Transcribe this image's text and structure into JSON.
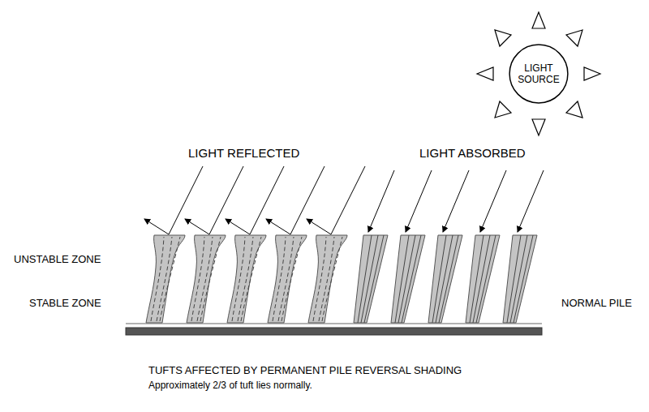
{
  "diagram": {
    "nodes": [
      {
        "text": [
          "LIGHT SOURCE"
        ]
      }
    ],
    "labels": [
      "LIGHT REFLECTED",
      "LIGHT ABSORBED",
      "UNSTABLE ZONE",
      "STABLE ZONE",
      "NORMAL PILE",
      "TUFTS AFFECTED BY PERMANENT PILE REVERSAL SHADING",
      "Approximately 2/3 of tuft lies normally."
    ]
  }
}
